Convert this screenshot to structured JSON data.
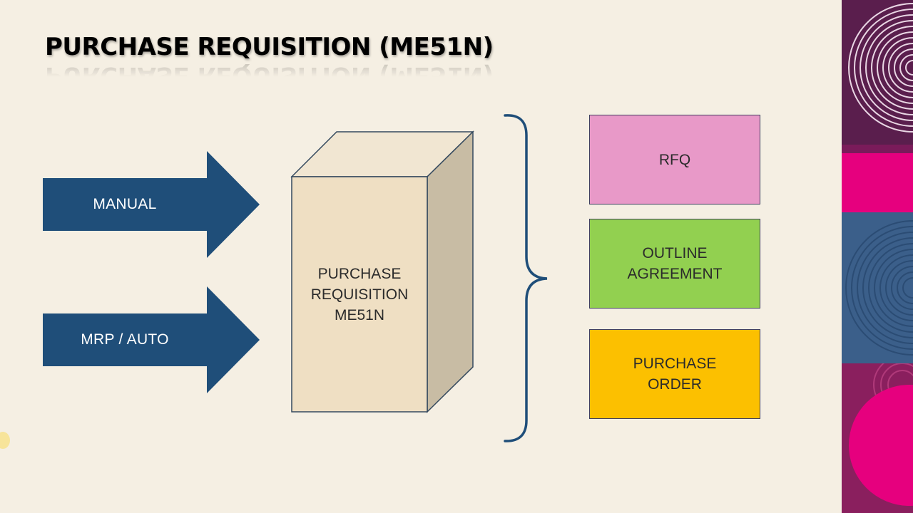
{
  "title": "PURCHASE REQUISITION (ME51N)",
  "inputs": [
    {
      "label": "MANUAL"
    },
    {
      "label": "MRP / AUTO"
    }
  ],
  "center_box": {
    "line1": "PURCHASE",
    "line2": "REQUISITION",
    "line3": "ME51N"
  },
  "outputs": [
    {
      "line1": "RFQ",
      "line2": "",
      "color": "#e899c8"
    },
    {
      "line1": "OUTLINE",
      "line2": "AGREEMENT",
      "color": "#92d050"
    },
    {
      "line1": "PURCHASE",
      "line2": "ORDER",
      "color": "#fcc000"
    }
  ],
  "colors": {
    "arrow": "#1f4e79",
    "box_front": "#efdfc3",
    "box_top": "#f1e6d2",
    "box_side": "#c8bca4",
    "bracket": "#1f4e79"
  }
}
